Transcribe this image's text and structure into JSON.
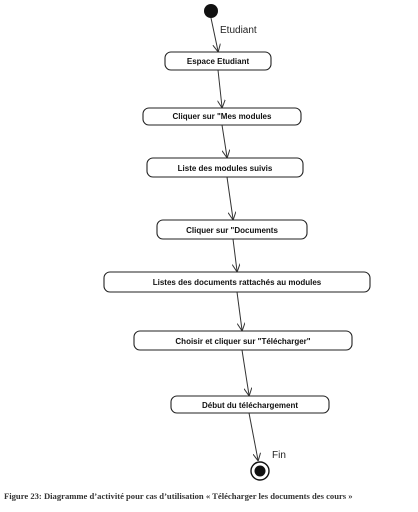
{
  "diagram": {
    "start_label": "Etudiant",
    "end_label": "Fin",
    "steps": [
      "Espace Etudiant",
      "Cliquer sur \"Mes modules",
      "Liste des modules suivis",
      "Cliquer sur \"Documents",
      "Listes des documents rattachés au modules",
      "Choisir et cliquer sur \"Télécharger\"",
      "Début du téléchargement"
    ]
  },
  "caption": "Figure 23: Diagramme d’activité pour cas d’utilisation « Télécharger les documents des cours »"
}
